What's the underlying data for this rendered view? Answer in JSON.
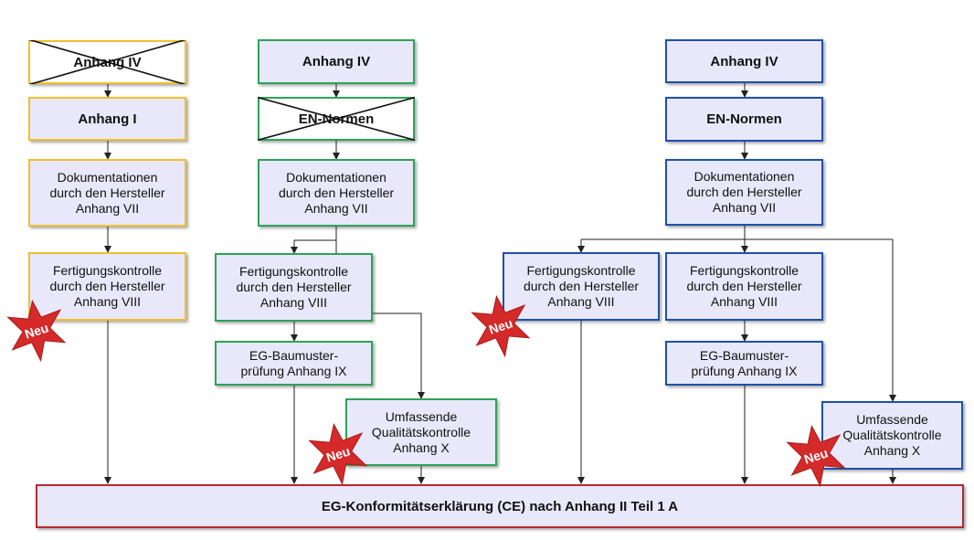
{
  "colors": {
    "yellow": "#f0bf2e",
    "green": "#2ea25a",
    "blue": "#1f4faa",
    "red": "#b7282e",
    "fill": "#e8e8fa",
    "star": "#d42a2a"
  },
  "columns": {
    "col1": {
      "anhang_iv": "Anhang IV",
      "anhang_i": "Anhang I",
      "dokumentation": "Dokumentationen\ndurch den Hersteller\nAnhang VII",
      "fertigung": "Fertigungskontrolle\ndurch den Hersteller\nAnhang VIII",
      "badge": "Neu"
    },
    "col2": {
      "anhang_iv": "Anhang IV",
      "en_normen": "EN-Normen",
      "dokumentation": "Dokumentationen\ndurch den Hersteller\nAnhang VII",
      "fertigung": "Fertigungskontrolle\ndurch den Hersteller\nAnhang VIII",
      "baumuster": "EG-Baumuster-\nprüfung Anhang IX",
      "qualitaet": "Umfassende\nQualitätskontrolle\nAnhang X",
      "badge": "Neu"
    },
    "col3": {
      "anhang_iv": "Anhang IV",
      "en_normen": "EN-Normen",
      "dokumentation": "Dokumentationen\ndurch den Hersteller\nAnhang VII",
      "fertigung_left": "Fertigungskontrolle\ndurch den Hersteller\nAnhang VIII",
      "fertigung_mid": "Fertigungskontrolle\ndurch den Hersteller\nAnhang VIII",
      "baumuster": "EG-Baumuster-\nprüfung Anhang IX",
      "qualitaet": "Umfassende\nQualitätskontrolle\nAnhang X",
      "badge_left": "Neu",
      "badge_right": "Neu"
    }
  },
  "footer": {
    "label": "EG-Konformitätserklärung (CE) nach Anhang II Teil 1 A"
  }
}
